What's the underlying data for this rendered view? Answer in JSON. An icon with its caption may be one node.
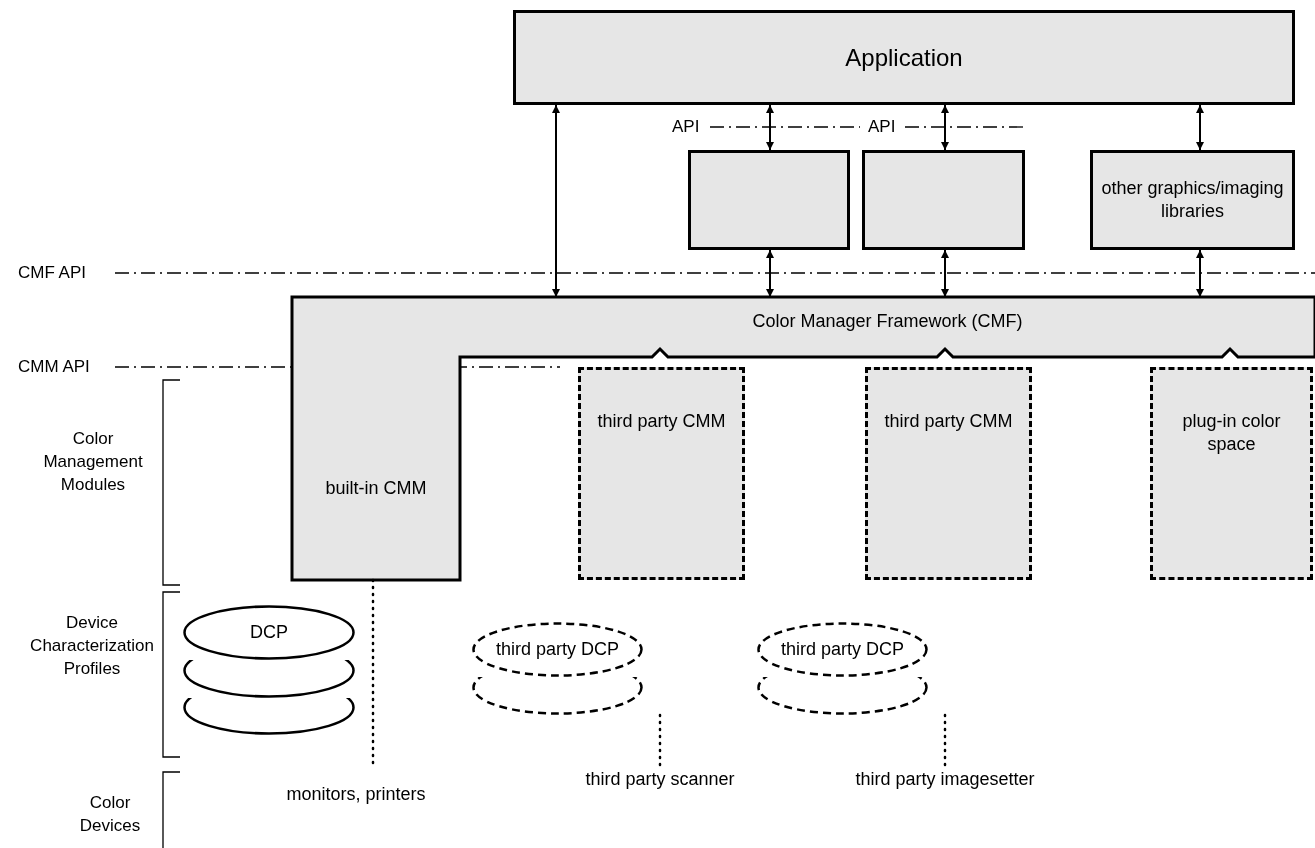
{
  "diagram": {
    "nodes": [
      {
        "text": [
          "Application"
        ]
      },
      {
        "text": [],
        "shape": "box"
      },
      {
        "text": [],
        "shape": "box"
      },
      {
        "text": [
          "other graphics/imaging libraries"
        ]
      },
      {
        "text": [
          "Color Manager Framework (CMF)"
        ]
      },
      {
        "text": [
          "built-in CMM"
        ],
        "in": 4
      },
      {
        "text": [
          "third party CMM"
        ]
      },
      {
        "text": [
          "third party CMM"
        ]
      },
      {
        "text": [
          "plug-in color space"
        ]
      },
      {
        "text": [
          "DCP"
        ]
      },
      {
        "text": [],
        "shape": "ellipse"
      },
      {
        "text": [],
        "shape": "ellipse"
      },
      {
        "text": [
          "third party DCP"
        ]
      },
      {
        "text": [],
        "shape": "ellipse"
      },
      {
        "text": [
          "third party DCP"
        ]
      },
      {
        "text": [],
        "shape": "ellipse"
      },
      {
        "text": [
          "monitors, printers"
        ]
      },
      {
        "text": [
          "third party scanner"
        ]
      },
      {
        "text": [
          "third party imagesetter"
        ]
      }
    ],
    "edges": [
      {
        "from": 0,
        "to": 4,
        "arrow": "both"
      },
      {
        "from": 0,
        "to": 1,
        "arrow": "both"
      },
      {
        "from": 0,
        "to": 2,
        "arrow": "both"
      },
      {
        "from": 0,
        "to": 3,
        "arrow": "both"
      },
      {
        "from": 1,
        "to": 4,
        "arrow": "both"
      },
      {
        "from": 2,
        "to": 4,
        "arrow": "both"
      },
      {
        "from": 3,
        "to": 4,
        "arrow": "both"
      },
      {
        "from": 4,
        "to": 16,
        "arrow": "none",
        "style": "dashed"
      },
      {
        "from": 13,
        "to": 17,
        "arrow": "none",
        "style": "dashed"
      },
      {
        "from": 15,
        "to": 18,
        "arrow": "none",
        "style": "dashed"
      }
    ],
    "labels": [
      "API",
      "API",
      "CMF API",
      "CMM API",
      "Color Management Modules",
      "Device Characterization Profiles",
      "Color Devices"
    ]
  }
}
